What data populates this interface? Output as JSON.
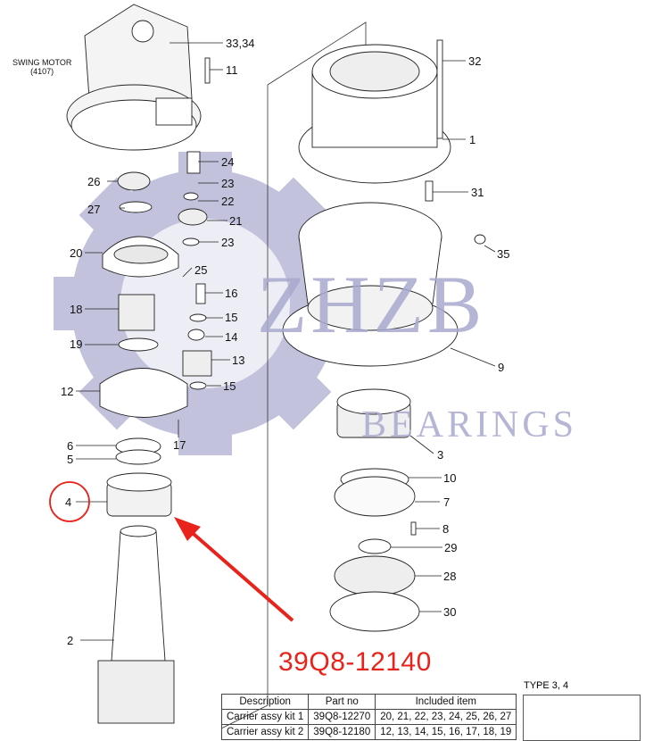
{
  "watermark": {
    "main": "ZHZB",
    "sub": "BEARINGS",
    "color": "#b8b8d6"
  },
  "motor_label": {
    "line1": "SWING MOTOR",
    "line2": "(4107)"
  },
  "part_labels": [
    "33,34",
    "11",
    "32",
    "1",
    "24",
    "23",
    "26",
    "22",
    "27",
    "21",
    "31",
    "23",
    "35",
    "20",
    "25",
    "16",
    "18",
    "15",
    "9",
    "14",
    "19",
    "13",
    "12",
    "15",
    "17",
    "3",
    "6",
    "5",
    "10",
    "4",
    "7",
    "8",
    "29",
    "28",
    "30",
    "2"
  ],
  "highlight": {
    "circled_label": "4",
    "part_number": "39Q8-12140",
    "color": "#e8231b"
  },
  "table": {
    "headers": [
      "Description",
      "Part no",
      "Included item"
    ],
    "rows": [
      [
        "Carrier assy kit 1",
        "39Q8-12270",
        "20, 21, 22, 23, 24, 25, 26, 27"
      ],
      [
        "Carrier assy kit 2",
        "39Q8-12180",
        "12, 13, 14, 15, 16, 17, 18, 19"
      ]
    ]
  },
  "inset": {
    "title": "TYPE 3, 4"
  }
}
